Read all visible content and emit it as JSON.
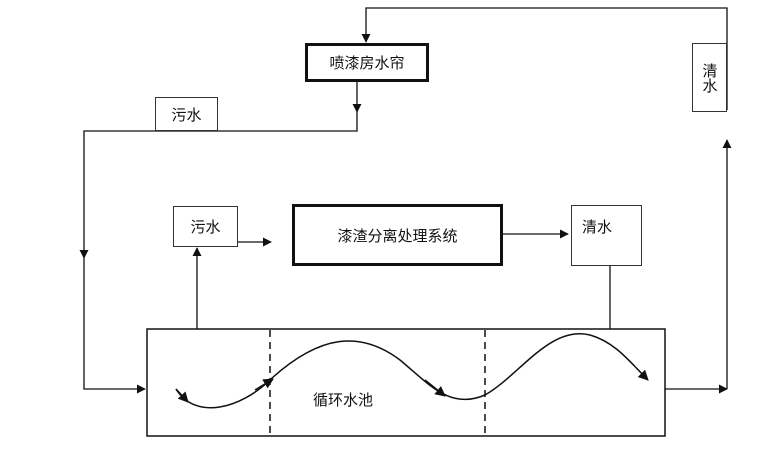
{
  "nodes": {
    "spray_booth": "喷漆房水帘",
    "dirty_water_top": "污水",
    "clean_water_right": "清水",
    "dirty_water_mid": "污水",
    "separation_system": "漆渣分离处理系统",
    "clean_water_mid": "清水",
    "circulation_pool": "循环水池"
  }
}
